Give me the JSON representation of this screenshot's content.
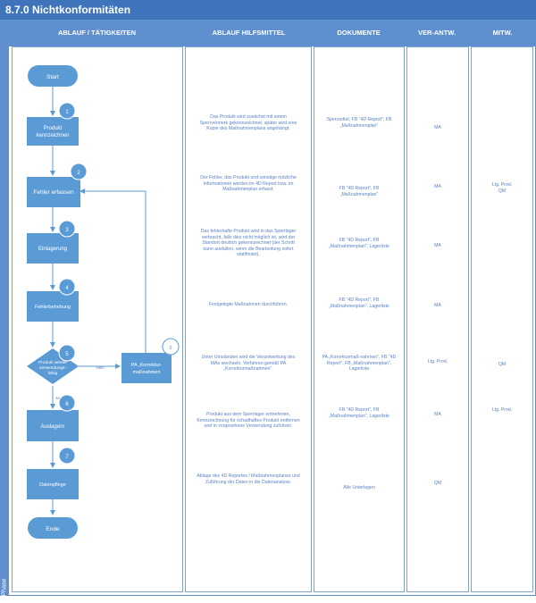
{
  "title": "8.7.0 Nichtkonformitäten",
  "phase_label": "Phase",
  "headers": {
    "ablauf": "ABLAUF / TÄTIGKEITEN",
    "hilfsmittel": "ABLAUF HILFSMITTEL",
    "dokumente": "DOKUMENTE",
    "verantw": "VER-ANTW.",
    "mitw": "MITW."
  },
  "flow": {
    "start": "Start",
    "end": "Ende",
    "steps": [
      {
        "num": "1",
        "label": "Produkt kennzeichnen"
      },
      {
        "num": "2",
        "label": "Fehler erfassen"
      },
      {
        "num": "3",
        "label": "Einlagerung"
      },
      {
        "num": "4",
        "label": "Fehlerbehebung"
      },
      {
        "num": "5",
        "label": "Produkt wieder verwendungs-fähig"
      },
      {
        "num": "6",
        "label": "Auslagern"
      },
      {
        "num": "7",
        "label": "Datenpflege"
      }
    ],
    "side_step": {
      "num": "6",
      "label": "PA „Korrektur-maßnahmen"
    },
    "decision_no": "Nein",
    "decision_yes": "Ja"
  },
  "rows": [
    {
      "hilfsmittel": "Das Produkt wird zunächst mit einem Sperrvermerk gekennzeichnet, später wird eine Kopie des Maßnahmenplans angehängt.",
      "dokumente": "Sperrzettel, FB \"4D Report\", FB „Maßnahmenplan\"",
      "verantw": "MA",
      "mitw": ""
    },
    {
      "hilfsmittel": "Der Fehler, das Produkt und sonstige nützliche Informationen werden im 4D Report bzw. im Maßnahmenplan erfasst.",
      "dokumente": "FB \"4D Report\", FB „Maßnahmenplan\"",
      "verantw": "MA",
      "mitw": "Ltg. Prod. QM"
    },
    {
      "hilfsmittel": "Das fehlerhafte Produkt wird in das Sperrlager verbracht, falls dies nicht möglich ist, wird der Standort deutlich gekennzeichnet (der Schritt kann ausfallen, wenn die Bearbeitung sofort stattfindet).",
      "dokumente": "FB \"4D Report\", FB „Maßnahmenplan\", Lagerliste",
      "verantw": "MA",
      "mitw": ""
    },
    {
      "hilfsmittel": "Festgelegte Maßnahmen durchführen.",
      "dokumente": "FB \"4D Report\", FB „Maßnahmenplan\", Lagerliste",
      "verantw": "MA",
      "mitw": ""
    },
    {
      "hilfsmittel": "Unter Umständen wird die Verantwortung des MAs wechseln. Verfahren gemäß PA „Korrekturmaßnahmen\".",
      "dokumente": "PA „Korrekturmaß-nahmen\", FB \"4D Report\", FB „Maßnahmenplan\", Lagerliste",
      "verantw": "Ltg. Prod.",
      "mitw": "QM"
    },
    {
      "hilfsmittel": "Produkt aus dem Sperrlager entnehmen, Kennzeichnung für schadhaftes Produkt entfernen und in vorgesehene Verwendung zuführen.",
      "dokumente": "FB \"4D Report\", FB „Maßnahmenplan\", Lagerliste",
      "verantw": "MA",
      "mitw": "Ltg. Prod."
    },
    {
      "hilfsmittel": "Ablage des 4D Reportes / Maßnahmenplanes und Zuführung der Daten in die Datenanalyse.",
      "dokumente": "Alle Unterlagen",
      "verantw": "QM",
      "mitw": ""
    }
  ],
  "colors": {
    "title_bg": "#3f74ba",
    "header_bg": "#5f8fcf",
    "shape_fill": "#5b9bd5",
    "shape_text": "#ffffff",
    "line": "#5b9bd5",
    "body_text": "#5a83c4"
  }
}
